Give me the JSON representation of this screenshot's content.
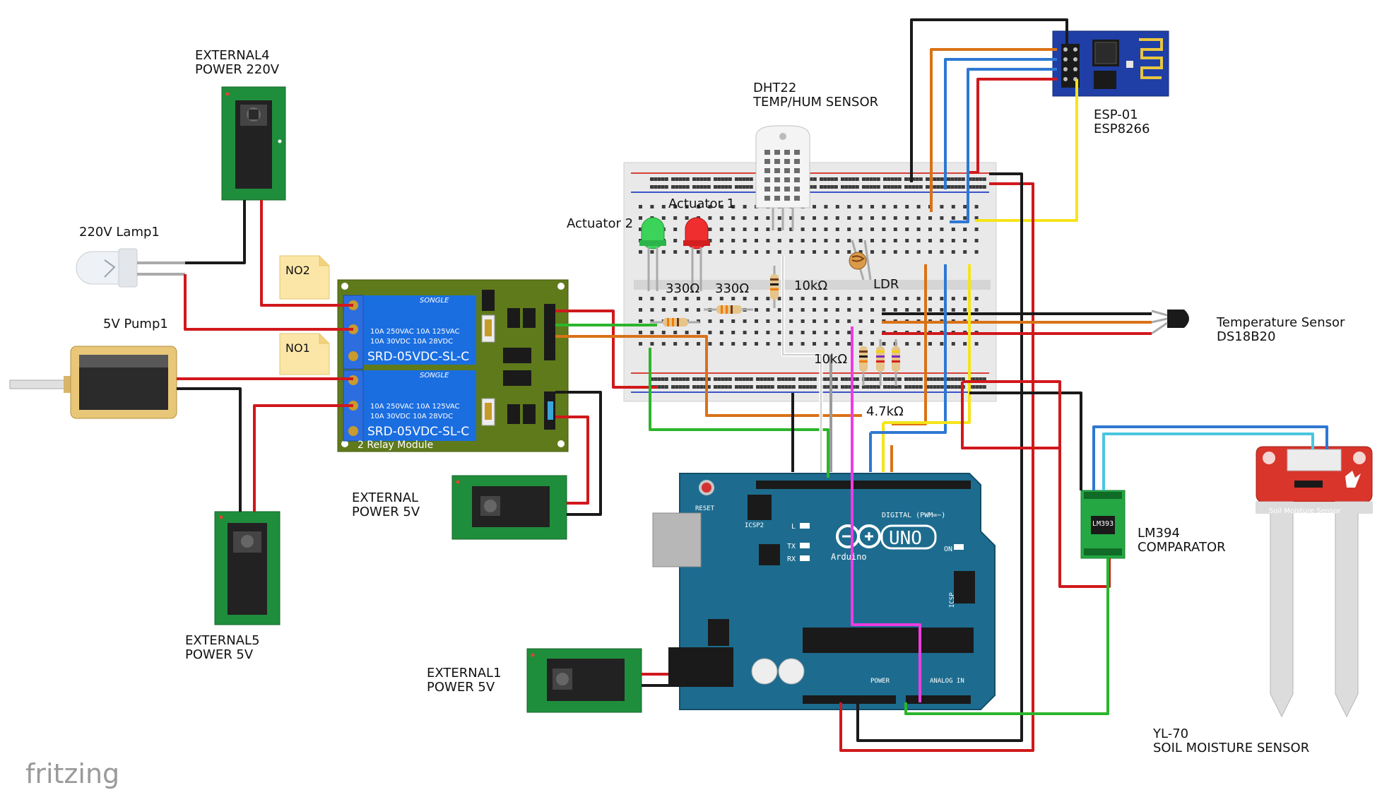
{
  "labels": {
    "ext4_line1": "EXTERNAL4",
    "ext4_line2": "POWER 220V",
    "lamp": "220V Lamp1",
    "pump": "5V Pump1",
    "no2": "NO2",
    "no1": "NO1",
    "ext5_line1": "EXTERNAL5",
    "ext5_line2": "POWER 5V",
    "ext_relay_line1": "EXTERNAL",
    "ext_relay_line2": "POWER 5V",
    "ext1_line1": "EXTERNAL1",
    "ext1_line2": "POWER 5V",
    "dht_line1": "DHT22",
    "dht_line2": "TEMP/HUM SENSOR",
    "actuator1": "Actuator 1",
    "actuator2": "Actuator 2",
    "r330a": "330Ω",
    "r330b": "330Ω",
    "r10k_top": "10kΩ",
    "ldr": "LDR",
    "r10k_bottom": "10kΩ",
    "r4k7": "4.7kΩ",
    "esp_line1": "ESP-01",
    "esp_line2": "ESP8266",
    "temp_line1": "Temperature Sensor",
    "temp_line2": "DS18B20",
    "lm_line1": "LM394",
    "lm_line2": "COMPARATOR",
    "yl_line1": "YL-70",
    "yl_line2": "SOIL MOISTURE SENSOR",
    "fritzing": "fritzing"
  },
  "relay": {
    "brand": "SONGLE",
    "spec_line1": "10A 250VAC  10A 125VAC",
    "spec_line2": "10A  30VDC  10A  28VDC",
    "model": "SRD-05VDC-SL-C",
    "title": "2 Relay Module"
  },
  "arduino": {
    "reset": "RESET",
    "icsp2": "ICSP2",
    "icsp": "ICSP",
    "digital": "DIGITAL (PWM=~)",
    "uno": "UNO",
    "brand": "Arduino",
    "on": "ON",
    "l": "L",
    "tx": "TX",
    "rx": "RX",
    "power": "POWER",
    "analog": "ANALOG IN"
  },
  "soil_sensor": {
    "label": "Soil Moisture Sensor"
  },
  "comparator": {
    "chip": "LM393"
  },
  "colors": {
    "wire_red": "#d0181c",
    "wire_black": "#1a1a1a",
    "wire_green": "#2cb52c",
    "wire_orange": "#d97217",
    "wire_blue": "#2e78d2",
    "wire_yellow": "#f5e41a",
    "wire_cyan": "#49c7e0",
    "wire_magenta": "#ee3ce0",
    "wire_grey": "#9a9a9a",
    "pcb_green": "#1e8a3c",
    "relay_board": "#5f7a1b",
    "relay_blue": "#1b6ee0",
    "arduino_blue": "#1d6c8f",
    "esp_blue": "#1f3fa6",
    "soil_red": "#d9352b"
  }
}
